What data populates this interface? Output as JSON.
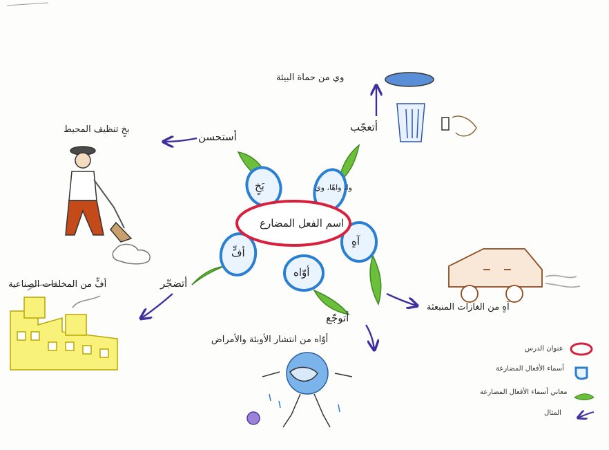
{
  "center": {
    "title": "اسم الفعل المضارع"
  },
  "petals": {
    "top_left": "بَخٍ",
    "top_right": "وا، واهًا، وي",
    "right": "آهٍ",
    "bottom": "أوّاه",
    "left": "أفٍّ"
  },
  "branches": [
    {
      "verb": "أستحسن",
      "example": "بخٍ تنظيف المحيط"
    },
    {
      "verb": "أتعجّب",
      "example": "وي من حماة البيئة"
    },
    {
      "verb": "أتضجّر",
      "example": "أفٍّ من المخلفات الصناعية"
    },
    {
      "verb": "أتوجّع",
      "example": "أوّاه من انتشار الأوبئة والأمراض"
    },
    {
      "verb": "",
      "example": "آهٍ من الغازات المنبعثة"
    }
  ],
  "legend": [
    {
      "label": "عنوان الدرس",
      "color": "#d81f3c"
    },
    {
      "label": "أسماء الأفعال المضارعة",
      "color": "#2b7fd0"
    },
    {
      "label": "معاني أسماء الأفعال المضارعة",
      "color": "#5aa82f"
    },
    {
      "label": "المثال",
      "color": "#4a3aa8"
    }
  ],
  "colors": {
    "title_oval": "#d81f3c",
    "petal": "#2b7fd0",
    "leaf": "#5aa82f",
    "arrow": "#3d2f9e"
  }
}
